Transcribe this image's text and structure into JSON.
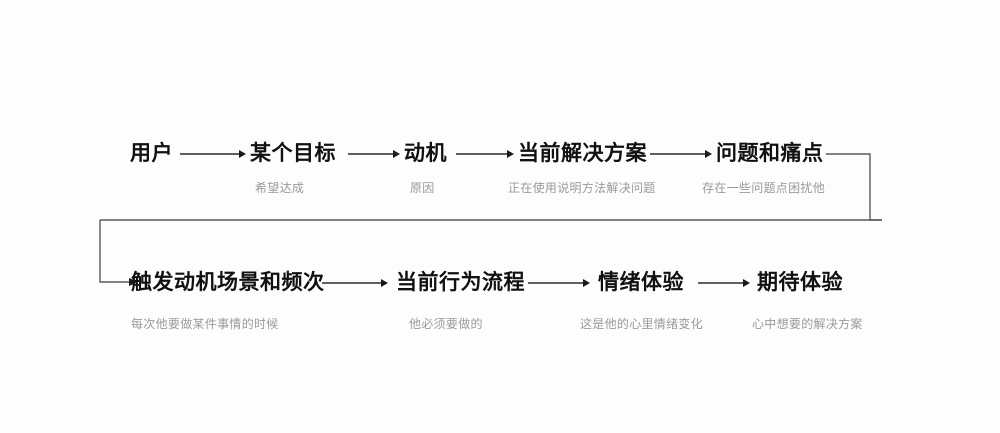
{
  "diagram": {
    "title_hidden": "",
    "background_color": "#fdfdfd",
    "line_color": "#2b2b2b",
    "node_text_color": "#111111",
    "caption_text_color": "#9a9a9a",
    "rows": [
      {
        "row_index": 1,
        "nodes": [
          {
            "label": "用户",
            "caption": ""
          },
          {
            "label": "某个目标",
            "caption": "希望达成"
          },
          {
            "label": "动机",
            "caption": "原因"
          },
          {
            "label": "当前解决方案",
            "caption": "正在使用说明方法解决问题"
          },
          {
            "label": "问题和痛点",
            "caption": "存在一些问题点困扰他"
          }
        ]
      },
      {
        "row_index": 2,
        "nodes": [
          {
            "label": "触发动机场景和频次",
            "caption": "每次他要做某件事情的时候"
          },
          {
            "label": "当前行为流程",
            "caption": "他必须要做的"
          },
          {
            "label": "情绪体验",
            "caption": "这是他的心里情绪变化"
          },
          {
            "label": "期待体验",
            "caption": "心中想要的解决方案"
          }
        ]
      }
    ],
    "connectors": {
      "arrow_icon": "arrow-right-icon",
      "wrap_icon": "wrap-around-connector-icon"
    }
  }
}
